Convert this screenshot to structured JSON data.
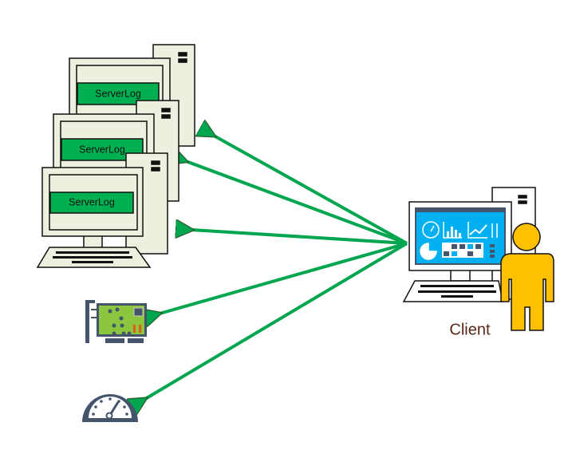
{
  "servers": [
    {
      "label": "ServerLog"
    },
    {
      "label": "ServerLog"
    },
    {
      "label": "ServerLog"
    }
  ],
  "client": {
    "label": "Client"
  },
  "icons": [
    "server-monitor-icon",
    "network-card-icon",
    "gauge-icon",
    "dashboard-monitor-icon",
    "person-icon"
  ],
  "colors": {
    "arrow": "#00a550",
    "label_bg": "#00b050",
    "panel": "#ebf1de",
    "person": "#ffc000",
    "screen": "#00b0f0",
    "slate": "#44546a"
  }
}
